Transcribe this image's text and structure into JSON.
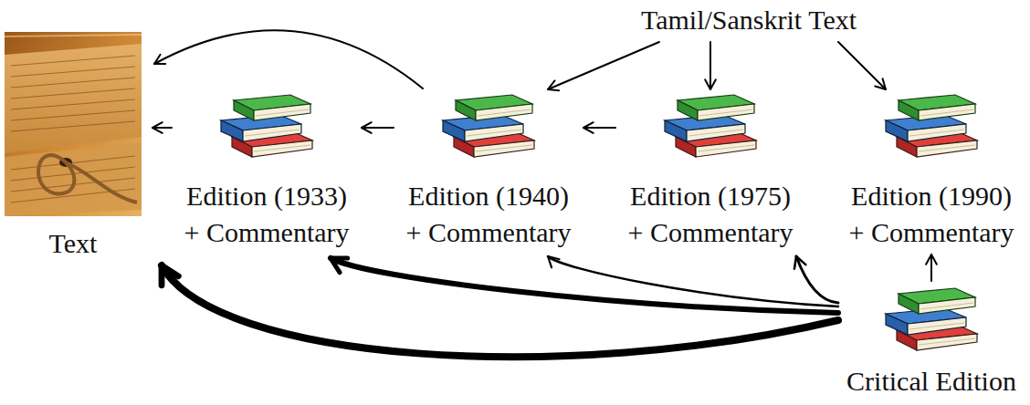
{
  "diagram": {
    "nodes": [
      {
        "text": [
          "Tamil/Sanskrit Text"
        ]
      },
      {
        "text": [
          "Text"
        ]
      },
      {
        "text": [
          "Edition (1933) + Commentary"
        ]
      },
      {
        "text": [
          "Edition (1940) + Commentary"
        ]
      },
      {
        "text": [
          "Edition (1975) + Commentary"
        ]
      },
      {
        "text": [
          "Edition (1990) + Commentary"
        ]
      },
      {
        "text": [
          "Critical Edition"
        ]
      }
    ],
    "edges": [
      {
        "from": 0,
        "to": 3,
        "arrow": "to"
      },
      {
        "from": 0,
        "to": 4,
        "arrow": "to"
      },
      {
        "from": 0,
        "to": 5,
        "arrow": "to"
      },
      {
        "from": 3,
        "to": 1,
        "arrow": "to"
      },
      {
        "from": 2,
        "to": 1,
        "arrow": "to"
      },
      {
        "from": 3,
        "to": 2,
        "arrow": "to"
      },
      {
        "from": 4,
        "to": 3,
        "arrow": "to"
      },
      {
        "from": 6,
        "to": 5,
        "arrow": "to"
      },
      {
        "from": 6,
        "to": 4,
        "arrow": "to"
      },
      {
        "from": 6,
        "to": 3,
        "arrow": "to"
      },
      {
        "from": 6,
        "to": 2,
        "arrow": "to"
      },
      {
        "from": 6,
        "to": 1,
        "arrow": "to"
      }
    ]
  }
}
